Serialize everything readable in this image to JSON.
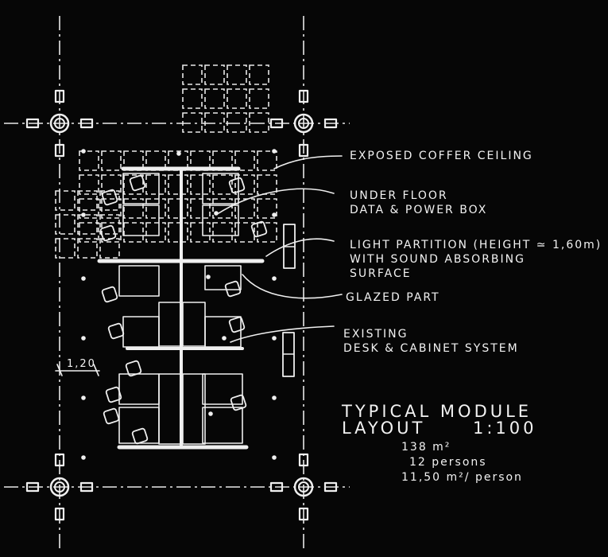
{
  "annotations": {
    "coffer": "EXPOSED COFFER CEILING",
    "underfloor_1": "UNDER FLOOR",
    "underfloor_2": "DATA & POWER BOX",
    "partition_1": "LIGHT PARTITION (HEIGHT ≃ 1,60m)",
    "partition_2": "WITH SOUND ABSORBING",
    "partition_3": "SURFACE",
    "glazed": "GLAZED PART",
    "existing_1": "EXISTING",
    "existing_2": "DESK & CABINET SYSTEM"
  },
  "dimension": "1,20",
  "title": {
    "line1": "TYPICAL MODULE",
    "line2": "LAYOUT",
    "scale": "1:100"
  },
  "stats": {
    "area": "138 m²",
    "persons": "12 persons",
    "ratio": "11,50 m²/ person"
  },
  "colors": {
    "background": "#060606",
    "ink": "#f2f2f2"
  }
}
